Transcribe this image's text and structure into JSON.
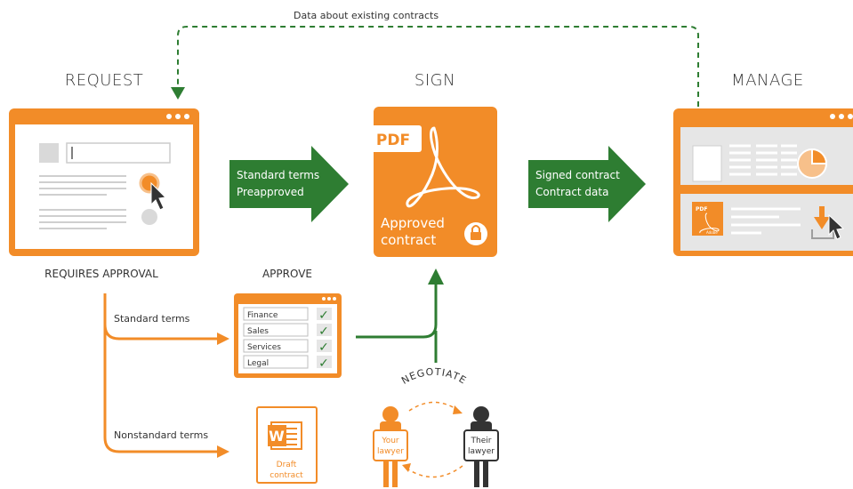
{
  "top_flow": {
    "label": "Data about existing contracts"
  },
  "stages": {
    "request": "REQUEST",
    "sign": "SIGN",
    "manage": "MANAGE"
  },
  "request": {
    "caption": "REQUIRES APPROVAL"
  },
  "arrows": {
    "request_to_sign": [
      "Standard terms",
      "Preapproved"
    ],
    "sign_to_manage": [
      "Signed contract",
      "Contract data"
    ]
  },
  "sign": {
    "pdf_badge": "PDF",
    "caption_line1": "Approved",
    "caption_line2": "contract"
  },
  "manage": {
    "pdf_mini_badge": "PDF",
    "pdf_mini_brand": "Adobe"
  },
  "approve": {
    "title": "APPROVE",
    "items": [
      "Finance",
      "Sales",
      "Services",
      "Legal"
    ],
    "check": "✓"
  },
  "branches": {
    "standard": "Standard terms",
    "nonstandard": "Nonstandard terms"
  },
  "draft": {
    "word_letter": "W",
    "line1": "Draft",
    "line2": "contract"
  },
  "negotiate": {
    "title": "NEGOTIATE",
    "your_line1": "Your",
    "your_line2": "lawyer",
    "their_line1": "Their",
    "their_line2": "lawyer"
  },
  "colors": {
    "orange": "#F28C28",
    "green": "#2E7D32",
    "dark": "#333333",
    "grey": "#E6E6E6"
  }
}
